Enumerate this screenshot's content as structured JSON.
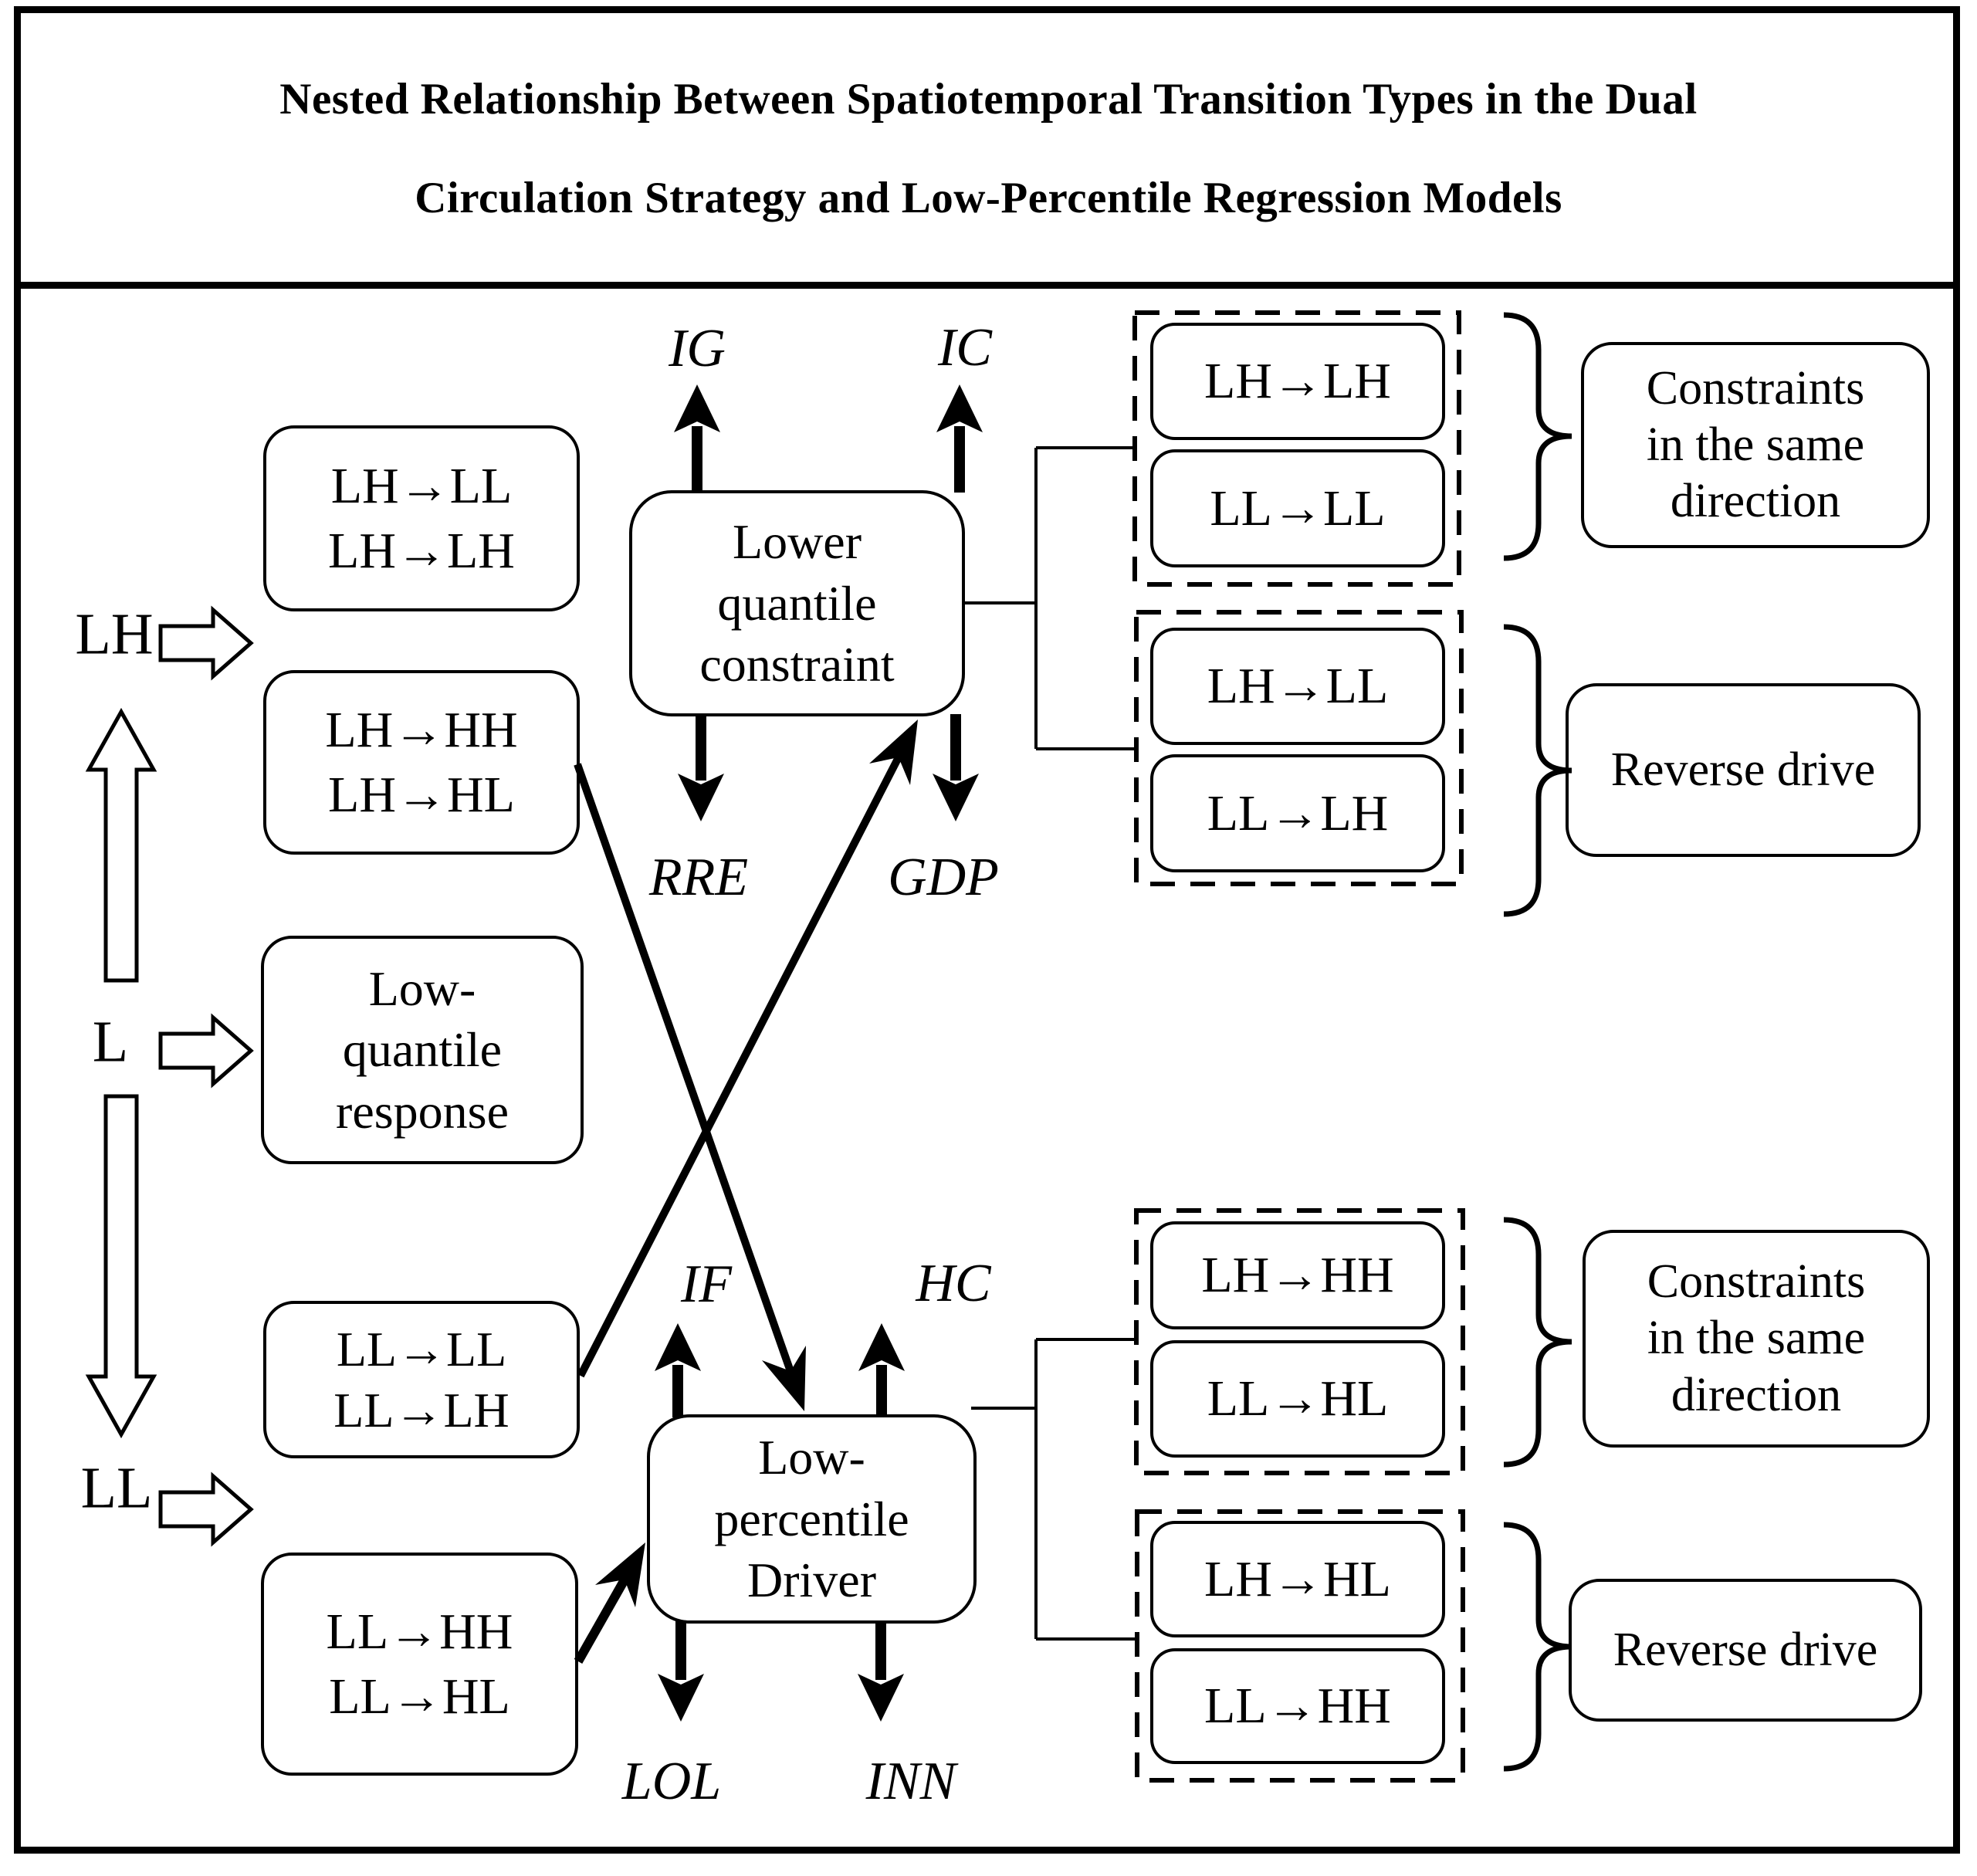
{
  "colors": {
    "ink": "#000000",
    "paper": "#ffffff"
  },
  "title": {
    "line1": "Nested Relationship Between Spatiotemporal Transition Types in the Dual",
    "line2": "Circulation Strategy and Low-Percentile Regression Models"
  },
  "left_rail": {
    "lh": "LH",
    "l": "L",
    "ll": "LL"
  },
  "transition_boxes": {
    "lh_low": {
      "lines": [
        "LH→LL",
        "LH→LH"
      ]
    },
    "lh_high": {
      "lines": [
        "LH→HH",
        "LH→HL"
      ]
    },
    "response": {
      "lines": [
        "Low-",
        "quantile",
        "response"
      ]
    },
    "ll_low": {
      "lines": [
        "LL→LL",
        "LL→LH"
      ]
    },
    "ll_high": {
      "lines": [
        "LL→HH",
        "LL→HL"
      ]
    }
  },
  "models": {
    "constraint": {
      "lines": [
        "Lower",
        "quantile",
        "constraint"
      ],
      "top_vars": [
        "IG",
        "IC"
      ],
      "bottom_vars": [
        "RRE",
        "GDP"
      ]
    },
    "driver": {
      "lines": [
        "Low-",
        "percentile",
        "Driver"
      ],
      "top_vars": [
        "IF",
        "HC"
      ],
      "bottom_vars": [
        "LOL",
        "INN"
      ]
    }
  },
  "groups": {
    "constraint_same": {
      "items": [
        "LH→LH",
        "LL→LL"
      ]
    },
    "constraint_reverse": {
      "items": [
        "LH→LL",
        "LL→LH"
      ]
    },
    "driver_same": {
      "items": [
        "LH→HH",
        "LL→HL"
      ]
    },
    "driver_reverse": {
      "items": [
        "LH→HL",
        "LL→HH"
      ]
    }
  },
  "legend": {
    "same_direction": {
      "lines": [
        "Constraints",
        "in the same",
        "direction"
      ]
    },
    "reverse_drive": "Reverse drive"
  }
}
